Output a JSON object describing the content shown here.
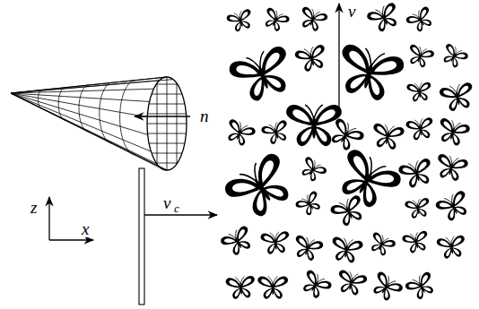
{
  "diagram": {
    "labels": [
      "n",
      "z",
      "x",
      "v",
      "v",
      "c"
    ]
  }
}
